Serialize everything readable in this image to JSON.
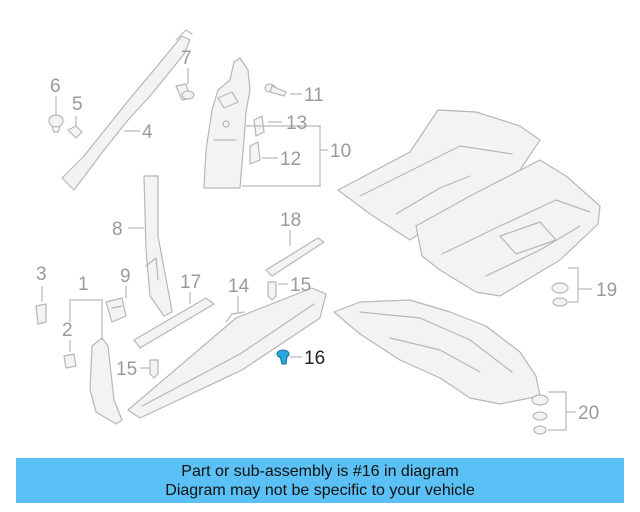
{
  "diagram": {
    "callouts": [
      {
        "id": "1",
        "label": "1"
      },
      {
        "id": "2",
        "label": "2"
      },
      {
        "id": "3",
        "label": "3"
      },
      {
        "id": "4",
        "label": "4"
      },
      {
        "id": "5",
        "label": "5"
      },
      {
        "id": "6",
        "label": "6"
      },
      {
        "id": "7",
        "label": "7"
      },
      {
        "id": "8",
        "label": "8"
      },
      {
        "id": "9",
        "label": "9"
      },
      {
        "id": "10",
        "label": "10"
      },
      {
        "id": "11",
        "label": "11"
      },
      {
        "id": "12",
        "label": "12"
      },
      {
        "id": "13",
        "label": "13"
      },
      {
        "id": "14",
        "label": "14"
      },
      {
        "id": "15a",
        "label": "15"
      },
      {
        "id": "15b",
        "label": "15"
      },
      {
        "id": "16",
        "label": "16"
      },
      {
        "id": "17",
        "label": "17"
      },
      {
        "id": "18",
        "label": "18"
      },
      {
        "id": "19",
        "label": "19"
      },
      {
        "id": "20",
        "label": "20"
      }
    ],
    "highlighted_part": "16",
    "colors": {
      "highlight": "#2aa8e0",
      "line": "#b7b7b7",
      "banner": "#5bc0f5"
    }
  },
  "banner": {
    "line1": "Part or sub-assembly is #16 in diagram",
    "line2": "Diagram may not be specific to your vehicle"
  }
}
